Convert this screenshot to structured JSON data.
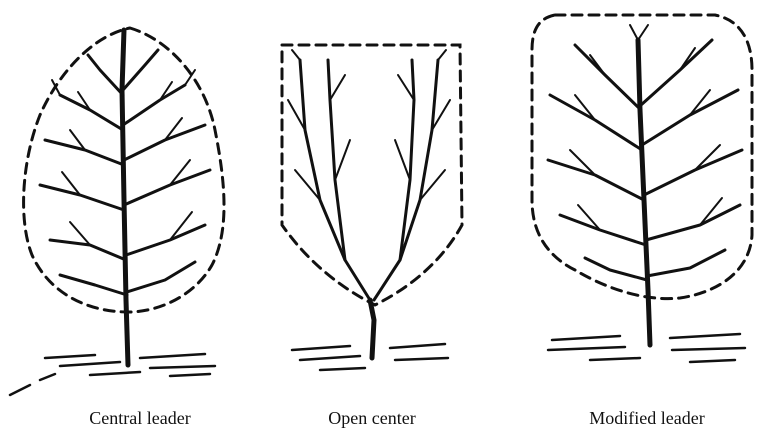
{
  "figures": [
    {
      "id": "central",
      "caption": "Central leader"
    },
    {
      "id": "open",
      "caption": "Open center"
    },
    {
      "id": "modified",
      "caption": "Modified leader"
    }
  ]
}
